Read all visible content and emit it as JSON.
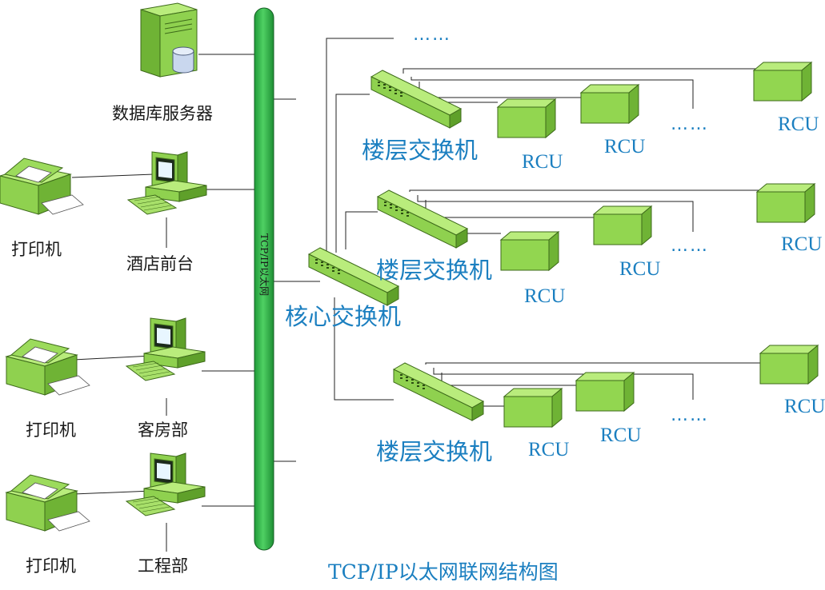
{
  "diagram": {
    "title": "TCP/IP以太网联网结构图",
    "bus_label": "TCP/IP以太网",
    "server_label": "数据库服务器",
    "core_switch_label": "核心交换机",
    "ellipsis": "……",
    "stations": [
      {
        "pc": "酒店前台",
        "printer": "打印机"
      },
      {
        "pc": "客房部",
        "printer": "打印机"
      },
      {
        "pc": "工程部",
        "printer": "打印机"
      }
    ],
    "floors": [
      {
        "switch": "楼层交换机",
        "rcu": [
          "RCU",
          "RCU",
          "RCU"
        ]
      },
      {
        "switch": "楼层交换机",
        "rcu": [
          "RCU",
          "RCU",
          "RCU"
        ]
      },
      {
        "switch": "楼层交换机",
        "rcu": [
          "RCU",
          "RCU",
          "RCU"
        ]
      }
    ],
    "colors": {
      "device_green": "#8fd14f",
      "bus_green": "#2fb84a",
      "label_blue": "#1b7fc0"
    }
  }
}
